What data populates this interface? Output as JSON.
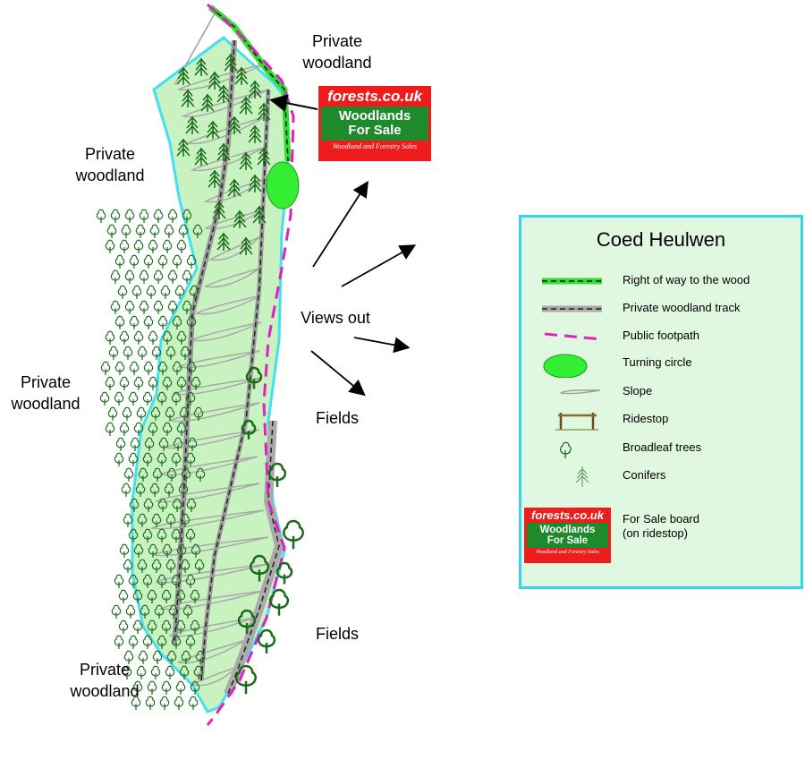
{
  "map": {
    "labels": {
      "private_woodland_top": "Private\nwoodland",
      "private_woodland_left": "Private\nwoodland",
      "private_woodland_mid_left": "Private\nwoodland",
      "private_woodland_bottom": "Private\nwoodland",
      "views_out": "Views out",
      "fields_upper": "Fields",
      "fields_lower": "Fields"
    },
    "sign": {
      "brand": "forests.co.uk",
      "headline": "Woodlands\nFor Sale",
      "tagline": "Woodland and Forestry Sales"
    },
    "colors": {
      "woodland_fill": "#c8f2c0",
      "boundary": "#44e0f0",
      "tree": "#1a6b1a",
      "right_of_way": "#33dd33",
      "track": "#b0b0b0",
      "footpath": "#e020c0",
      "turning_circle": "#33ee33"
    }
  },
  "legend": {
    "title": "Coed Heulwen",
    "items": [
      {
        "icon": "right-of-way-line",
        "label": "Right of way to the wood"
      },
      {
        "icon": "woodland-track-line",
        "label": "Private woodland track"
      },
      {
        "icon": "public-footpath-line",
        "label": "Public footpath"
      },
      {
        "icon": "turning-circle-ellipse",
        "label": "Turning circle"
      },
      {
        "icon": "slope-icon",
        "label": "Slope"
      },
      {
        "icon": "ridestop-icon",
        "label": "Ridestop"
      },
      {
        "icon": "broadleaf-tree-icon",
        "label": "Broadleaf trees"
      },
      {
        "icon": "conifer-icon",
        "label": "Conifers"
      },
      {
        "icon": "for-sale-board-icon",
        "label": "For Sale board\n(on ridestop)"
      }
    ]
  }
}
